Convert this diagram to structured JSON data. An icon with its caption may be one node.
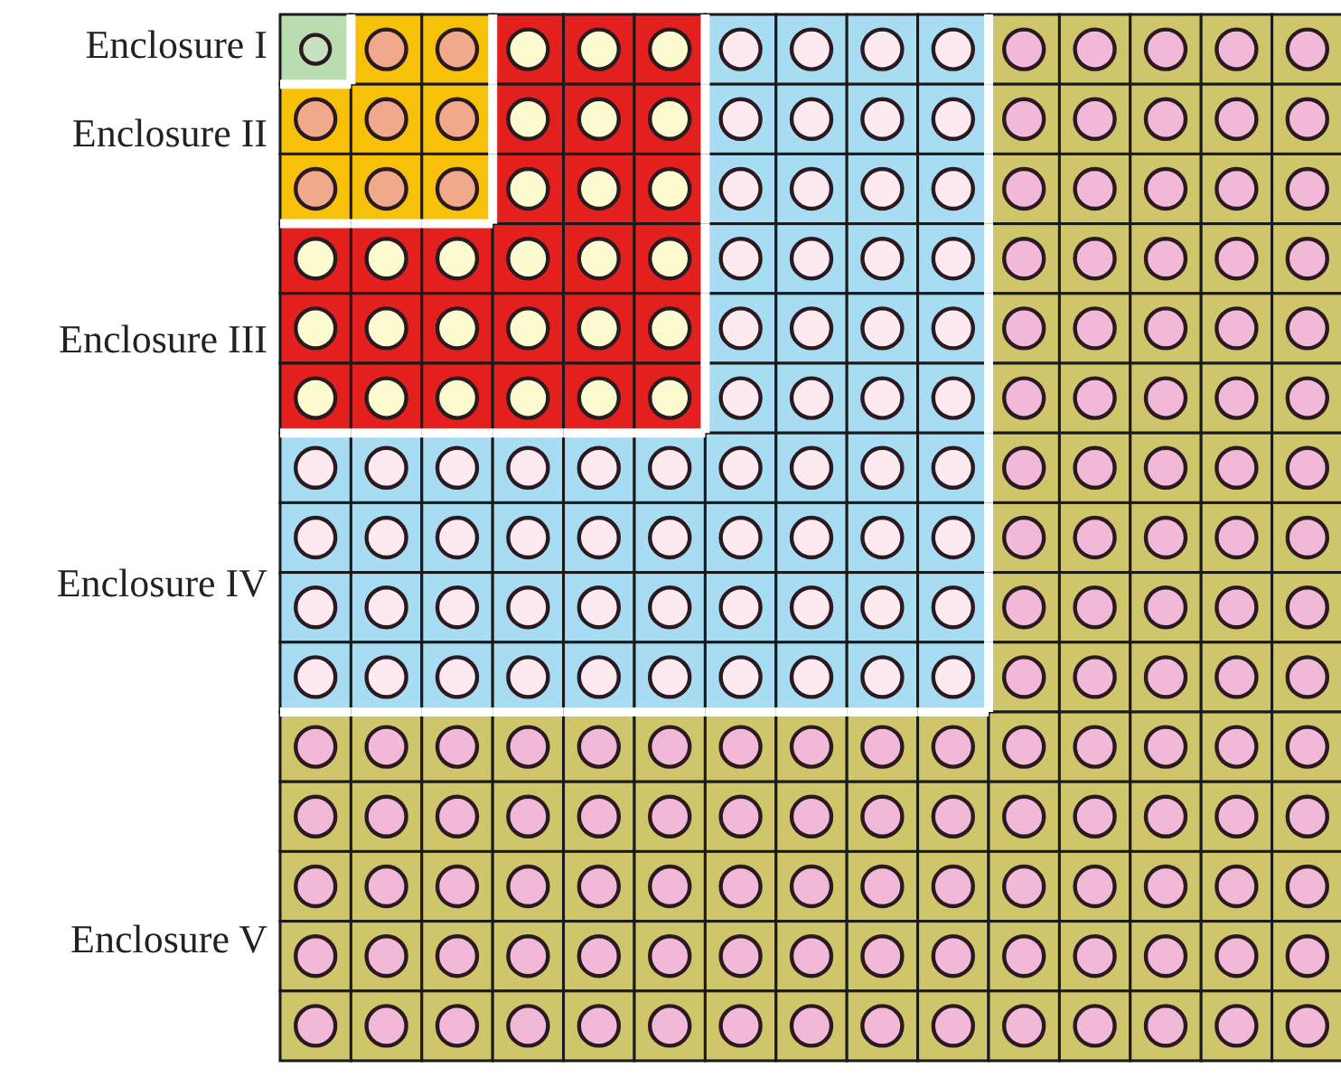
{
  "diagram": {
    "labels": [
      "Enclosure I",
      "Enclosure II",
      "Enclosure III",
      "Enclosure IV",
      "Enclosure V"
    ]
  }
}
